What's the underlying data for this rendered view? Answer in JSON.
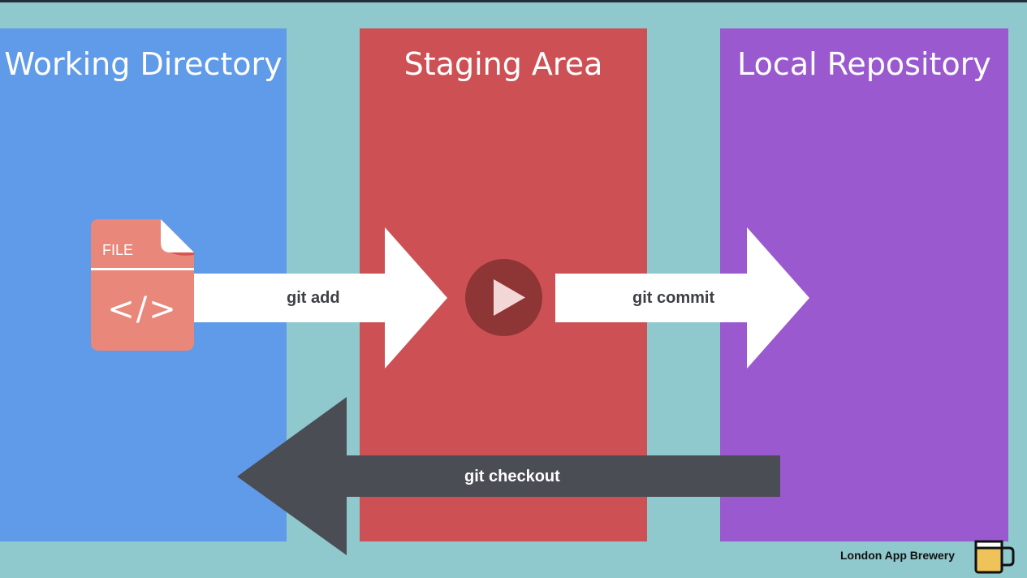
{
  "panels": {
    "working": {
      "title": "Working Directory",
      "color": "#5f9be8"
    },
    "staging": {
      "title": "Staging Area",
      "color": "#cd5154"
    },
    "local": {
      "title": "Local Repository",
      "color": "#9b59d0"
    }
  },
  "file": {
    "label": "FILE",
    "code": "</>",
    "color": "#e8877a"
  },
  "arrows": {
    "add": "git add",
    "commit": "git commit",
    "checkout": "git checkout"
  },
  "brand": {
    "name": "London App Brewery"
  },
  "colors": {
    "background": "#8fc8cd",
    "arrow_forward": "#ffffff",
    "arrow_back": "#4b4d54",
    "play_button": "#8e3536"
  }
}
